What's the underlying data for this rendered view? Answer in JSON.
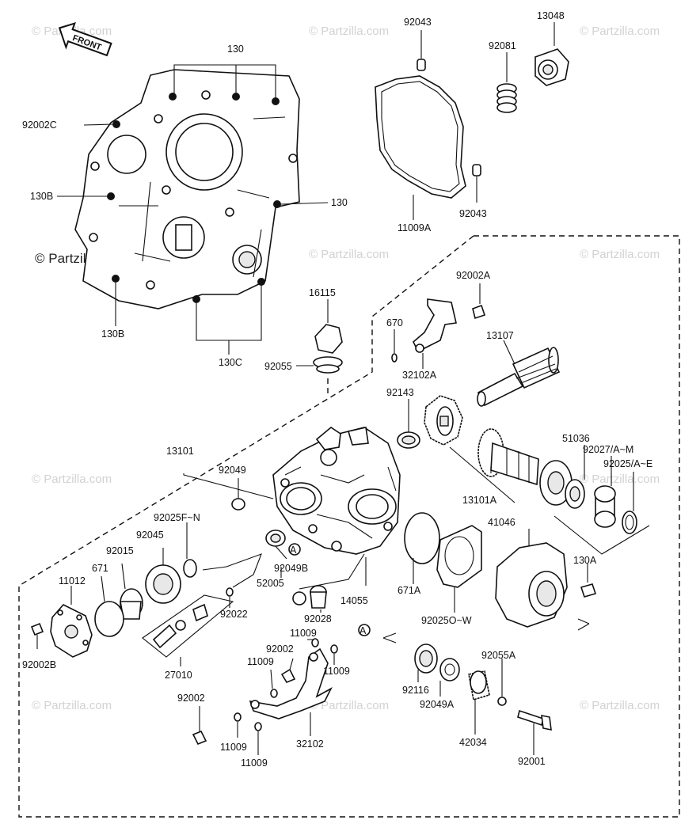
{
  "front_arrow_label": "FRONT",
  "watermark": "© Partzilla.com",
  "callout_a": "A",
  "parts": [
    {
      "id": "p01",
      "number": "130"
    },
    {
      "id": "p02",
      "number": "92002C"
    },
    {
      "id": "p03",
      "number": "130B"
    },
    {
      "id": "p04",
      "number": "130"
    },
    {
      "id": "p05",
      "number": "130B"
    },
    {
      "id": "p06",
      "number": "130C"
    },
    {
      "id": "p07",
      "number": "92043"
    },
    {
      "id": "p08",
      "number": "92081"
    },
    {
      "id": "p09",
      "number": "13048"
    },
    {
      "id": "p10",
      "number": "11009A"
    },
    {
      "id": "p11",
      "number": "92043"
    },
    {
      "id": "p12",
      "number": "16115"
    },
    {
      "id": "p13",
      "number": "92055"
    },
    {
      "id": "p14",
      "number": "92002A"
    },
    {
      "id": "p15",
      "number": "670"
    },
    {
      "id": "p16",
      "number": "32102A"
    },
    {
      "id": "p17",
      "number": "13107"
    },
    {
      "id": "p18",
      "number": "92143"
    },
    {
      "id": "p19",
      "number": "13101"
    },
    {
      "id": "p20",
      "number": "92049"
    },
    {
      "id": "p21",
      "number": "51036"
    },
    {
      "id": "p22",
      "number": "92027/A~M"
    },
    {
      "id": "p23",
      "number": "92025/A~E"
    },
    {
      "id": "p24",
      "number": "13101A"
    },
    {
      "id": "p25",
      "number": "92025F~N"
    },
    {
      "id": "p26",
      "number": "92045"
    },
    {
      "id": "p27",
      "number": "92015"
    },
    {
      "id": "p28",
      "number": "671"
    },
    {
      "id": "p29",
      "number": "11012"
    },
    {
      "id": "p30",
      "number": "92049B"
    },
    {
      "id": "p31",
      "number": "52005"
    },
    {
      "id": "p32",
      "number": "14055"
    },
    {
      "id": "p33",
      "number": "671A"
    },
    {
      "id": "p34",
      "number": "41046"
    },
    {
      "id": "p35",
      "number": "130A"
    },
    {
      "id": "p36",
      "number": "92022"
    },
    {
      "id": "p37",
      "number": "92028"
    },
    {
      "id": "p38",
      "number": "92025O~W"
    },
    {
      "id": "p39",
      "number": "92002B"
    },
    {
      "id": "p40",
      "number": "27010"
    },
    {
      "id": "p41",
      "number": "11009"
    },
    {
      "id": "p42",
      "number": "92002"
    },
    {
      "id": "p43",
      "number": "11009"
    },
    {
      "id": "p44",
      "number": "11009"
    },
    {
      "id": "p45",
      "number": "92055A"
    },
    {
      "id": "p46",
      "number": "92116"
    },
    {
      "id": "p47",
      "number": "92049A"
    },
    {
      "id": "p48",
      "number": "42034"
    },
    {
      "id": "p49",
      "number": "92002"
    },
    {
      "id": "p50",
      "number": "11009"
    },
    {
      "id": "p51",
      "number": "11009"
    },
    {
      "id": "p52",
      "number": "32102"
    },
    {
      "id": "p53",
      "number": "92001"
    }
  ]
}
